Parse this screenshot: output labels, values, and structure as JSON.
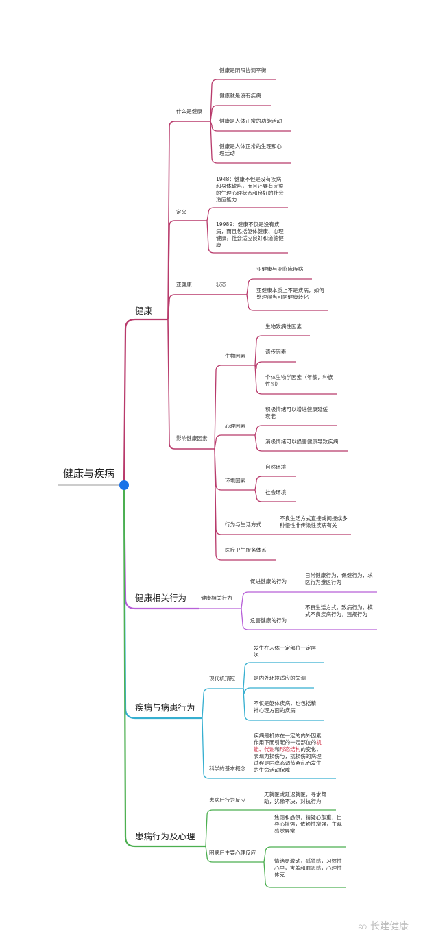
{
  "root": "健康与疾病",
  "colors": {
    "health": "#b83a6b",
    "behavior": "#b760d8",
    "disease": "#36afd0",
    "illness": "#4caf50",
    "root_dot": "#1a73e8"
  },
  "health": {
    "label": "健康",
    "what": {
      "label": "什么是健康",
      "items": [
        "健康是阴阳协调平衡",
        "健康就是没有疾病",
        "健康是人体正常的功能活动",
        "健康是人体正常的生理和心理活动"
      ]
    },
    "definition": {
      "label": "定义",
      "items": [
        "1948：健康不但是没有疾病和身体缺陷，而且还要有完整的生理心理状态和良好的社会适应能力",
        "19989：健康不仅是没有疾病，而且包括躯体健康、心理健康，社会适应良好和道德健康"
      ]
    },
    "subhealth": {
      "label": "亚健康",
      "state": "状态",
      "items": [
        "亚健康与亚临床疾病",
        "亚健康本质上不是疾病，如何处理得当可向健康转化"
      ]
    },
    "factors": {
      "label": "影响健康因素",
      "bio": {
        "label": "生物因素",
        "items": [
          "生物致病性因素",
          "遗传因素",
          "个体生物学因素（年龄，种族性别）"
        ]
      },
      "psych": {
        "label": "心理因素",
        "items": [
          "积极情绪可以增进健康延缓衰老",
          "消极情绪可以损害健康导致疾病"
        ]
      },
      "env": {
        "label": "环境因素",
        "items": [
          "自然环境",
          "社会环境"
        ]
      },
      "life": {
        "label": "行为与生活方式",
        "items": [
          "不良生活方式直接或间接或多种慢性非传染性疾病有关"
        ]
      },
      "medical": {
        "label": "医疗卫生服务体系"
      }
    }
  },
  "behavior": {
    "label": "健康相关行为",
    "sub": "健康相关行为",
    "promote": {
      "label": "促进健康的行为",
      "text": "日常健康行为，保健行为，求医行为遵医行为"
    },
    "harm": {
      "label": "危害健康的行为",
      "text": "不良生活方式，致病行为，模式不良疾病行为，违规行为"
    }
  },
  "disease": {
    "label": "疾病与病患行为",
    "modern": {
      "label": "现代机顶冠",
      "items": [
        "发生在人体一定部位一定层次",
        "是内外环境适应的失调",
        "不仅是躯体疾病，也包括精神心理方面的疾病"
      ]
    },
    "science": {
      "label": "科学的基本概念",
      "text_a": "疾病是机体在一定的内外因素作用下而引起的一定部位的",
      "red1": "机能",
      "sep1": "、",
      "red2": "代谢",
      "sep2": "和",
      "red3": "形态结构",
      "text_b": "的变化，表现为损伤与，抗损伤的病理过程是内稳态调节紊乱而发生的生命活动保障"
    }
  },
  "illness": {
    "label": "患病行为及心理",
    "reaction": {
      "label": "患病后行为反应",
      "text": "无就医或延迟就医，寻求帮助，犹豫不决，对抗行为"
    },
    "psych": {
      "label": "困病后主要心理反应",
      "items": [
        "焦虑和恐惧，猜疑心加重，自尊心增强，依赖性增强，主观感觉异常",
        "情绪易激动，孤独感，习惯性心里，害羞和罪恶感，心理性休克"
      ]
    }
  },
  "watermark": "长建健康"
}
